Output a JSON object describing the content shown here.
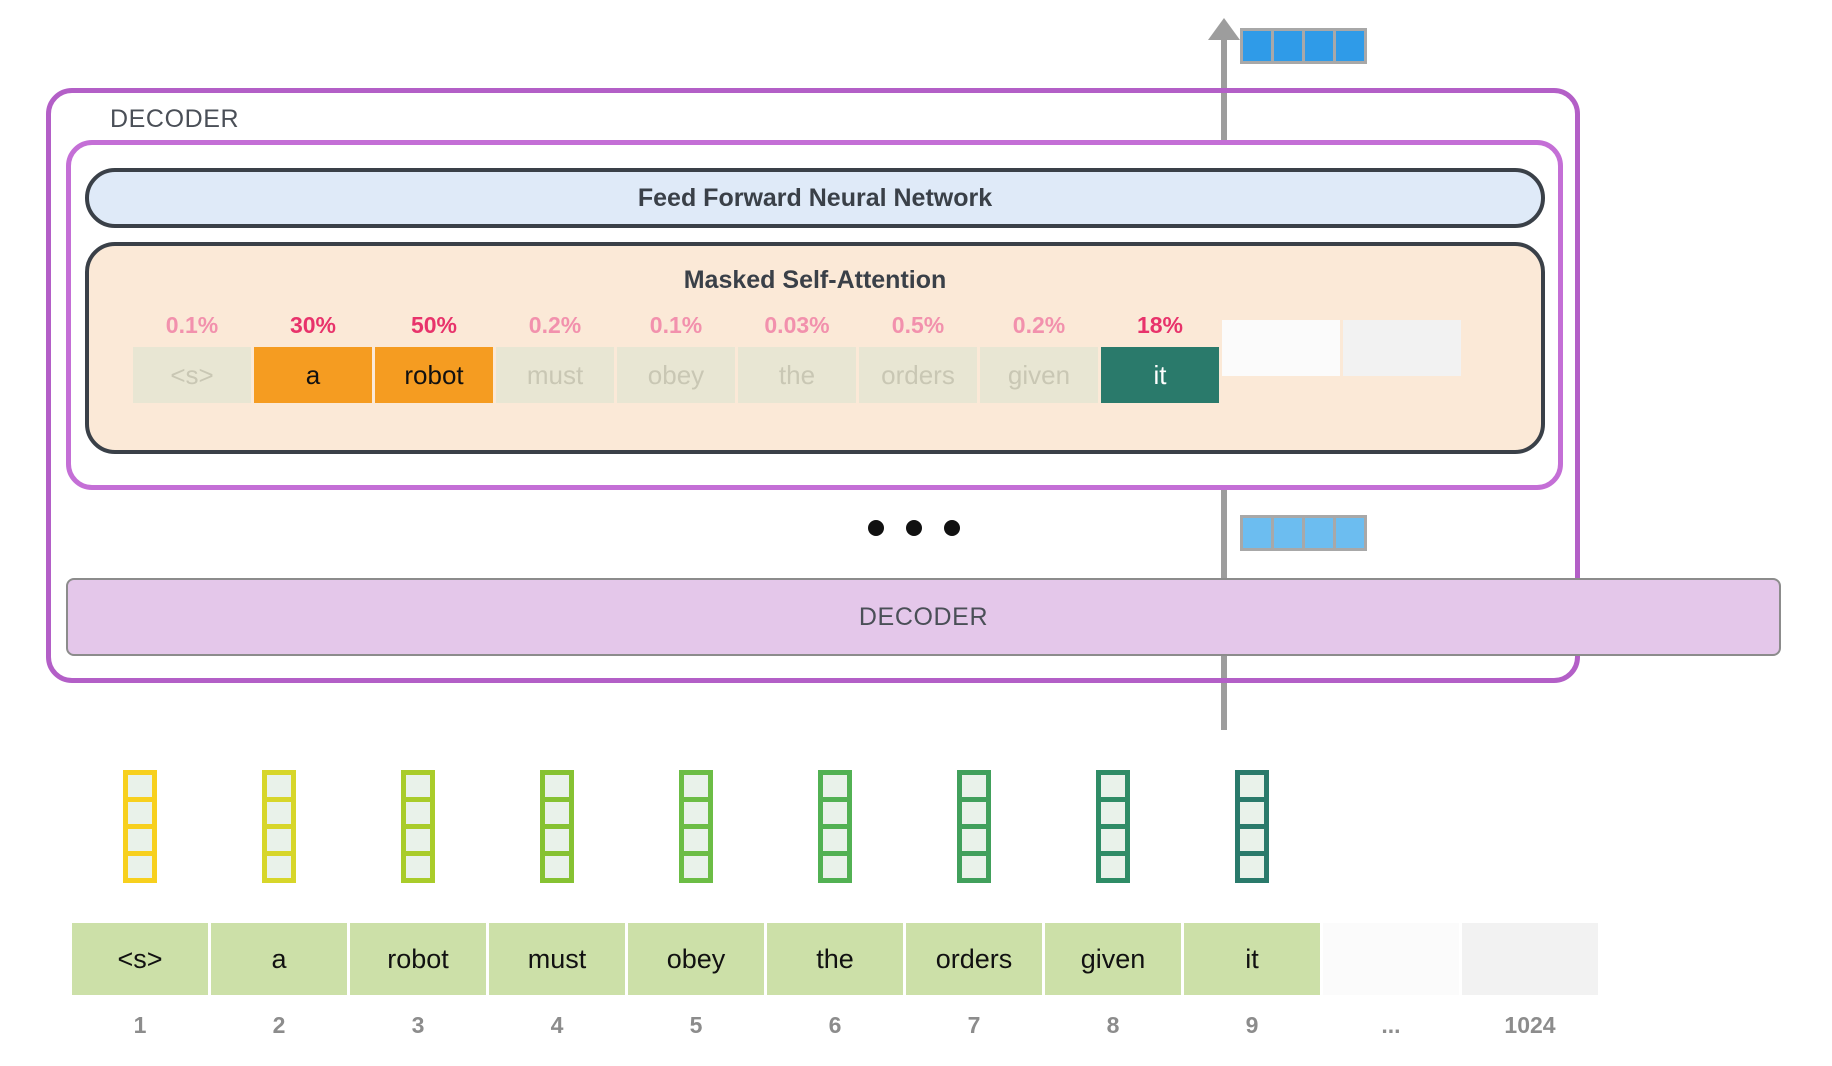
{
  "flow": {
    "arrow_name": "upward-flow-arrow"
  },
  "output_vectors": {
    "top": {
      "label": "output-vector-top",
      "cells": 4,
      "color": "#2f9be8"
    },
    "middle": {
      "label": "output-vector-middle",
      "cells": 4,
      "color": "#6cbdf0"
    }
  },
  "decoder_stack": {
    "label": "DECODER",
    "border_color": "#b35fc7"
  },
  "decoder_block": {
    "border_color": "#c46fd6",
    "ffnn": {
      "label": "Feed Forward Neural Network",
      "fill": "#dfeaf8"
    },
    "attention": {
      "label": "Masked Self-Attention",
      "fill": "#fbe9d7",
      "columns": [
        {
          "percent": "0.1%",
          "token": "<s>",
          "state": "normal",
          "emphasis": "dim"
        },
        {
          "percent": "30%",
          "token": "a",
          "state": "highlight",
          "emphasis": "bright"
        },
        {
          "percent": "50%",
          "token": "robot",
          "state": "highlight",
          "emphasis": "bright"
        },
        {
          "percent": "0.2%",
          "token": "must",
          "state": "normal",
          "emphasis": "dim"
        },
        {
          "percent": "0.1%",
          "token": "obey",
          "state": "normal",
          "emphasis": "dim"
        },
        {
          "percent": "0.03%",
          "token": "the",
          "state": "normal",
          "emphasis": "dim"
        },
        {
          "percent": "0.5%",
          "token": "orders",
          "state": "normal",
          "emphasis": "dim"
        },
        {
          "percent": "0.2%",
          "token": "given",
          "state": "normal",
          "emphasis": "dim"
        },
        {
          "percent": "18%",
          "token": "it",
          "state": "current",
          "emphasis": "bright"
        },
        {
          "percent": "",
          "token": "",
          "state": "empty-a",
          "emphasis": "dim"
        },
        {
          "percent": "",
          "token": "",
          "state": "empty-b",
          "emphasis": "dim"
        }
      ]
    }
  },
  "ellipsis": {
    "name": "decoder-stack-ellipsis",
    "dots": 3
  },
  "decoder_lower": {
    "label": "DECODER",
    "fill": "#e4c7ea"
  },
  "embeddings": [
    {
      "color": "#f7d01e"
    },
    {
      "color": "#d7d62a"
    },
    {
      "color": "#a9cc2a"
    },
    {
      "color": "#86c232"
    },
    {
      "color": "#6cbd45"
    },
    {
      "color": "#52b153"
    },
    {
      "color": "#41a05c"
    },
    {
      "color": "#2f8c66"
    },
    {
      "color": "#2a7a6b"
    }
  ],
  "input_tokens": [
    {
      "token": "<s>",
      "index": "1",
      "state": "filled"
    },
    {
      "token": "a",
      "index": "2",
      "state": "filled"
    },
    {
      "token": "robot",
      "index": "3",
      "state": "filled"
    },
    {
      "token": "must",
      "index": "4",
      "state": "filled"
    },
    {
      "token": "obey",
      "index": "5",
      "state": "filled"
    },
    {
      "token": "the",
      "index": "6",
      "state": "filled"
    },
    {
      "token": "orders",
      "index": "7",
      "state": "filled"
    },
    {
      "token": "given",
      "index": "8",
      "state": "filled"
    },
    {
      "token": "it",
      "index": "9",
      "state": "filled"
    },
    {
      "token": "",
      "index": "...",
      "state": "empty-a"
    },
    {
      "token": "",
      "index": "1024",
      "state": "empty-b"
    }
  ]
}
